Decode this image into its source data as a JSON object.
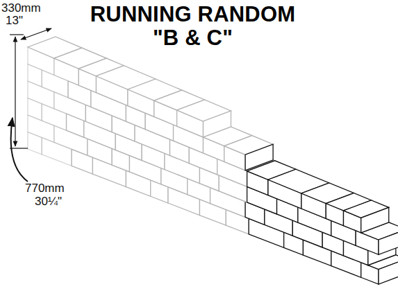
{
  "diagram": {
    "title": "RUNNING RANDOM \"B & C\"",
    "labels": [
      "330mm",
      "13\"",
      "770mm",
      "30¼\""
    ]
  }
}
